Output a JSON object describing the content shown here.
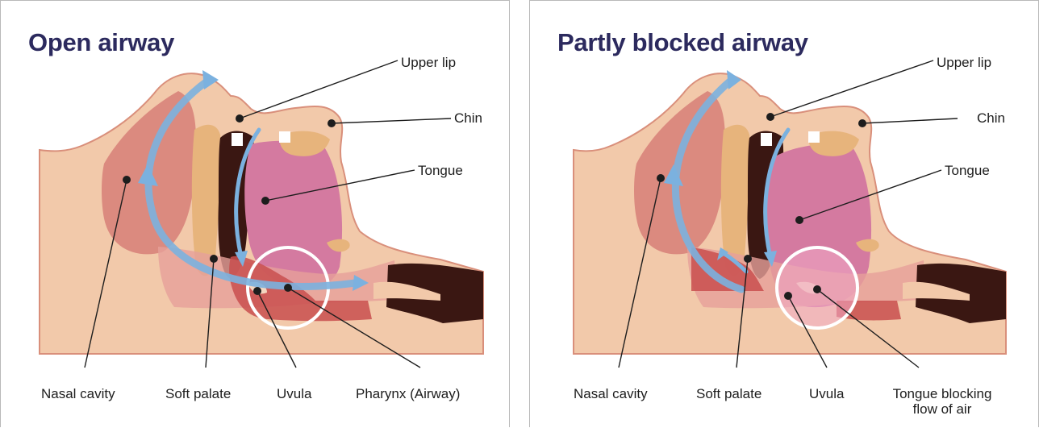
{
  "panels": [
    {
      "title": "Open airway",
      "labels": {
        "upper_lip": "Upper lip",
        "chin": "Chin",
        "tongue": "Tongue",
        "nasal_cavity": "Nasal cavity",
        "soft_palate": "Soft palate",
        "uvula": "Uvula",
        "pharynx": "Pharynx (Airway)"
      }
    },
    {
      "title": "Partly blocked airway",
      "labels": {
        "upper_lip": "Upper lip",
        "chin": "Chin",
        "tongue": "Tongue",
        "nasal_cavity": "Nasal cavity",
        "soft_palate": "Soft palate",
        "uvula": "Uvula",
        "blocking_line1": "Tongue blocking",
        "blocking_line2": "flow of air"
      }
    }
  ],
  "colors": {
    "title": "#2c2a5e",
    "skin": "#f2c9aa",
    "skin_outline": "#d98f7b",
    "nasal": "#c8555b",
    "dark_cavity": "#3a1712",
    "teeth_gum": "#e7b47c",
    "tongue": "#d47aa0",
    "airway_red": "#c94f4f",
    "airflow_arrow": "#7bb1df",
    "highlight_ring": "#ffffff"
  },
  "icons": {
    "airflow": "airflow-arrow-icon",
    "focus": "focus-circle-icon"
  }
}
